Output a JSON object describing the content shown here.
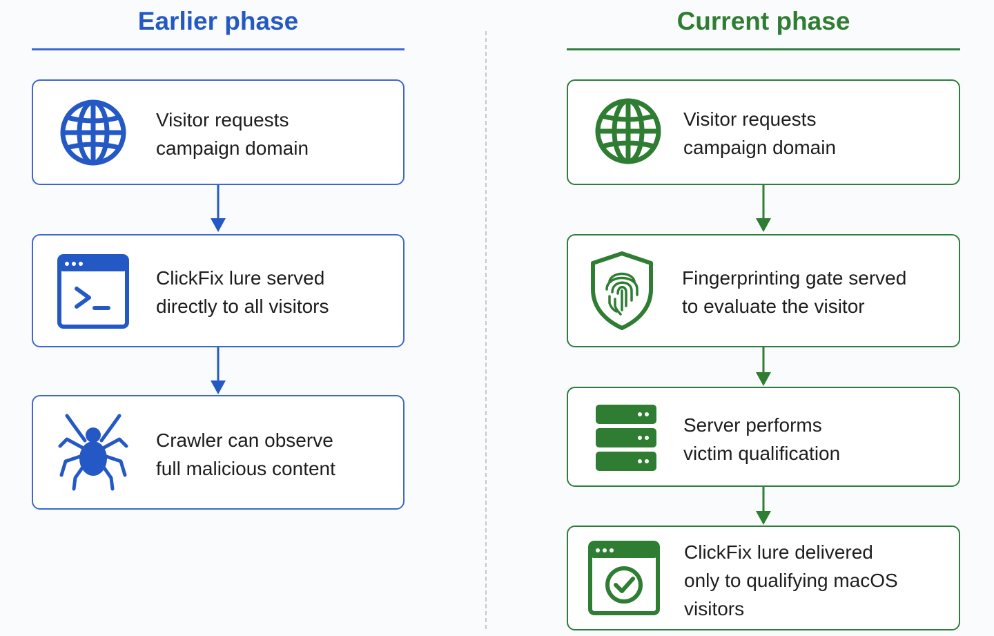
{
  "colors": {
    "earlier": "#2459c5",
    "current": "#2e7d32",
    "divider": "#c8c8c8"
  },
  "earlier_phase": {
    "title": "Earlier phase",
    "steps": [
      {
        "icon": "globe-icon",
        "line1": "Visitor requests",
        "line2": "campaign domain"
      },
      {
        "icon": "terminal-window-icon",
        "line1": "ClickFix lure served",
        "line2": "directly to all visitors"
      },
      {
        "icon": "spider-icon",
        "line1": "Crawler can observe",
        "line2": "full malicious content"
      }
    ]
  },
  "current_phase": {
    "title": "Current phase",
    "steps": [
      {
        "icon": "globe-icon",
        "line1": "Visitor requests",
        "line2": "campaign domain"
      },
      {
        "icon": "fingerprint-shield-icon",
        "line1": "Fingerprinting gate served",
        "line2": "to evaluate the visitor"
      },
      {
        "icon": "server-icon",
        "line1": "Server performs",
        "line2": "victim qualification"
      },
      {
        "icon": "checkmark-window-icon",
        "line1": "ClickFix lure delivered",
        "line2": "only to qualifying macOS",
        "line3": "visitors"
      }
    ]
  }
}
